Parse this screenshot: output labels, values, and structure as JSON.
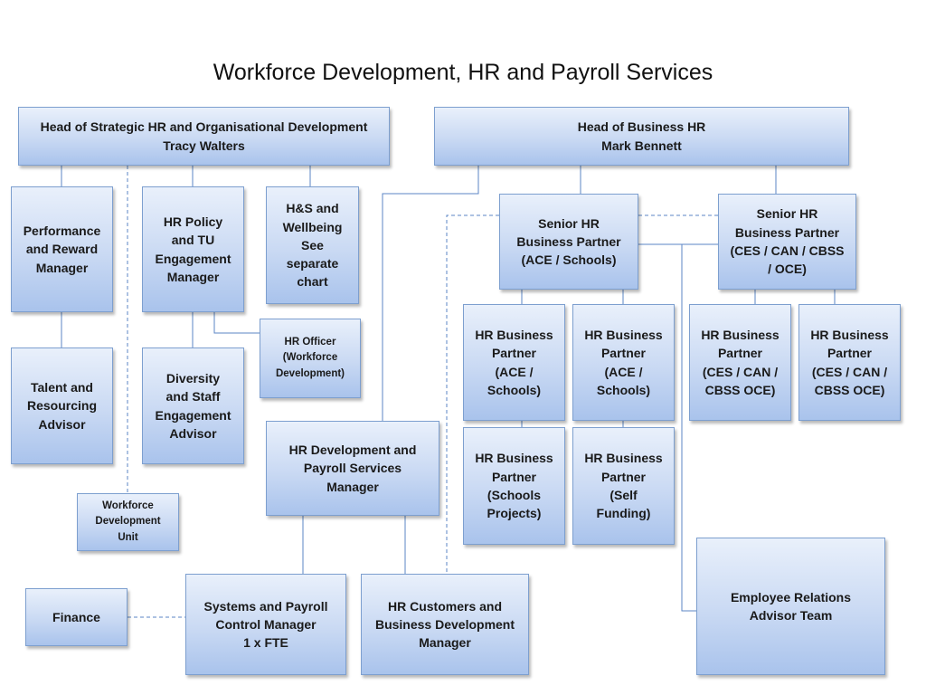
{
  "title": "Workforce Development, HR and Payroll Services",
  "boxes": {
    "head_strategic": "Head of Strategic  HR and Organisational Development\nTracy Walters",
    "head_business": "Head of Business HR\nMark Bennett",
    "perf_reward": "Performance\nand Reward\nManager",
    "hr_policy": "HR Policy\nand TU\nEngagement\nManager",
    "hs_wellbeing": "H&S and\nWellbeing\nSee\nseparate\nchart",
    "talent_resourcing": "Talent and\nResourcing\nAdvisor",
    "diversity": "Diversity\nand Staff\nEngagement\nAdvisor",
    "hr_officer": "HR Officer\n(Workforce\nDevelopment)",
    "workforce_unit": "Workforce\nDevelopment\nUnit",
    "hr_dev_payroll": "HR Development and\nPayroll  Services\nManager",
    "finance": "Finance",
    "systems_payroll": "Systems and Payroll\nControl Manager\n1 x FTE",
    "hr_customers": "HR Customers and\nBusiness Development\nManager",
    "senior_hrbp_ace": "Senior HR\nBusiness Partner\n(ACE / Schools)",
    "senior_hrbp_ces": "Senior HR\nBusiness Partner\n(CES / CAN / CBSS\n/ OCE)",
    "hrbp_ace_1": "HR Business\nPartner\n(ACE /\nSchools)",
    "hrbp_ace_2": "HR Business\nPartner\n(ACE /\nSchools)",
    "hrbp_ces_1": "HR Business\nPartner\n(CES / CAN /\nCBSS OCE)",
    "hrbp_ces_2": "HR Business\nPartner\n(CES / CAN /\nCBSS OCE)",
    "hrbp_schools_projects": "HR Business\nPartner\n(Schools\nProjects)",
    "hrbp_self_funding": "HR Business\nPartner\n(Self\nFunding)",
    "employee_relations": "Employee Relations\nAdvisor Team"
  }
}
